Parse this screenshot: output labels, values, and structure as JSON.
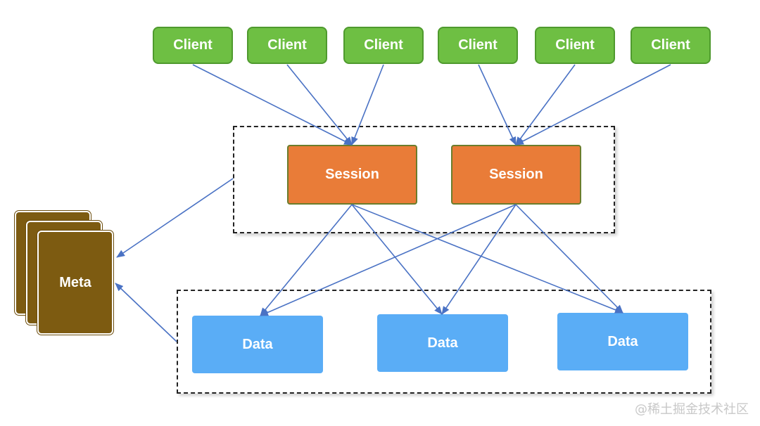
{
  "clients": [
    {
      "label": "Client"
    },
    {
      "label": "Client"
    },
    {
      "label": "Client"
    },
    {
      "label": "Client"
    },
    {
      "label": "Client"
    },
    {
      "label": "Client"
    }
  ],
  "sessions": [
    {
      "label": "Session"
    },
    {
      "label": "Session"
    }
  ],
  "data_nodes": [
    {
      "label": "Data"
    },
    {
      "label": "Data"
    },
    {
      "label": "Data"
    }
  ],
  "meta": {
    "label": "Meta"
  },
  "watermark": "@稀土掘金技术社区",
  "colors": {
    "client_fill": "#6ebf43",
    "session_fill": "#e97c38",
    "data_fill": "#5aadf6",
    "meta_fill": "#7d5b11",
    "arrow": "#4a72c4"
  }
}
